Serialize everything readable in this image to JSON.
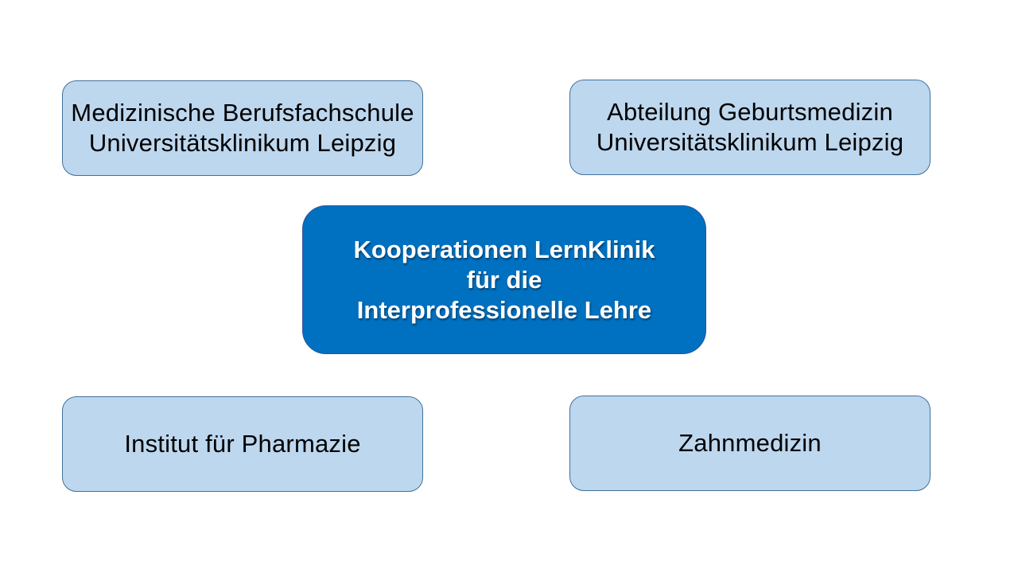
{
  "center": {
    "lines": [
      "Kooperationen LernKlinik",
      "für die",
      "Interprofessionelle Lehre"
    ]
  },
  "partners": [
    {
      "lines": [
        "Medizinische Berufsfachschule",
        "Universitätsklinikum Leipzig"
      ]
    },
    {
      "lines": [
        "Abteilung Geburtsmedizin",
        "Universitätsklinikum Leipzig"
      ]
    },
    {
      "lines": [
        "Institut für Pharmazie"
      ]
    },
    {
      "lines": [
        "Zahnmedizin"
      ]
    }
  ],
  "colors": {
    "center_fill": "#0070c0",
    "partner_fill": "#bdd7ee",
    "partner_border": "#41719c"
  }
}
